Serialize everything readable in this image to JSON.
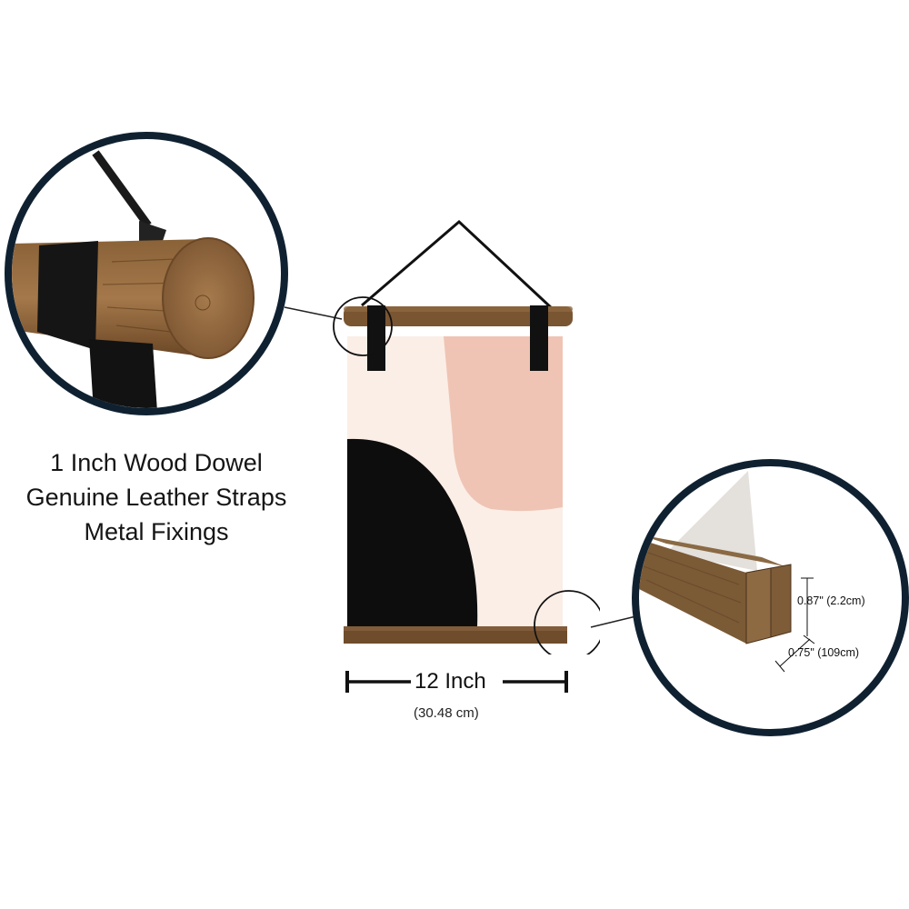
{
  "features": {
    "line1": "1 Inch Wood Dowel",
    "line2": "Genuine Leather Straps",
    "line3": "Metal Fixings"
  },
  "width_dimension": {
    "label": "12 Inch",
    "metric": "(30.48 cm)"
  },
  "rail_dimensions": {
    "height": "0.87\" (2.2cm)",
    "depth": "0.75\" (109cm)"
  },
  "colors": {
    "circle_border": "#0f2131",
    "wood": "#7a5532",
    "wood_dark": "#5a3d22",
    "leather": "#111111",
    "poster_bg": "#fbeee6",
    "poster_pink": "#efc4b4",
    "poster_black": "#0d0d0d"
  }
}
